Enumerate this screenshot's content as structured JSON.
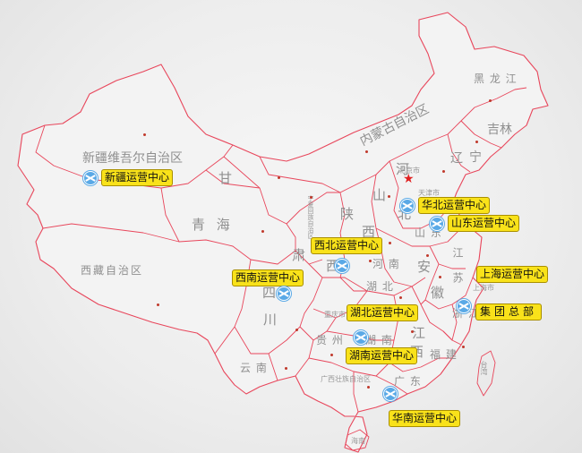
{
  "provinces": {
    "heilongjiang": "黑 龙 江",
    "jilin": "吉林",
    "liaoning_1": "辽",
    "liaoning_2": "宁",
    "neimenggu": "内蒙古自治区",
    "xinjiang": "新疆维吾尔自治区",
    "xizang": "西藏自治区",
    "qinghai": "青 海",
    "gansu_1": "甘",
    "gansu_2": "肃",
    "ningxia": "宁夏回族自治区",
    "shaanxi_1": "陕",
    "shaanxi_2": "西",
    "shanxi_1": "山",
    "shanxi_2": "西",
    "hebei_1": "河",
    "hebei_2": "北",
    "beijing": "北京市",
    "tianjin": "天津市",
    "shandong": "山 东",
    "henan": "河 南",
    "jiangsu": "江 苏",
    "anhui_1": "安",
    "anhui_2": "徽",
    "shanghai": "上海市",
    "zhejiang": "浙 江",
    "hubei": "湖 北",
    "sichuan_1": "四",
    "sichuan_2": "川",
    "chongqing": "重庆市",
    "guizhou": "贵 州",
    "hunan": "湖 南",
    "jiangxi_1": "江",
    "jiangxi_2": "西",
    "fujian": "福 建",
    "yunnan": "云 南",
    "guangxi": "广西壮族自治区",
    "guangdong": "广 东",
    "hainan": "海南",
    "taiwan": "台湾"
  },
  "centers": {
    "xinjiang": "新疆运营中心",
    "huabei": "华北运营中心",
    "shandong": "山东运营中心",
    "xibei": "西北运营中心",
    "xinan": "西南运营中心",
    "shanghai": "上海运营中心",
    "hubei": "湖北运营中心",
    "hunan": "湖南运营中心",
    "huanan": "华南运营中心"
  },
  "headquarters": "集团总部",
  "colors": {
    "border": "#e8465b",
    "label_bg": "#f9e21a",
    "icon": "#5aa9e6",
    "capital_star": "#e02020"
  }
}
